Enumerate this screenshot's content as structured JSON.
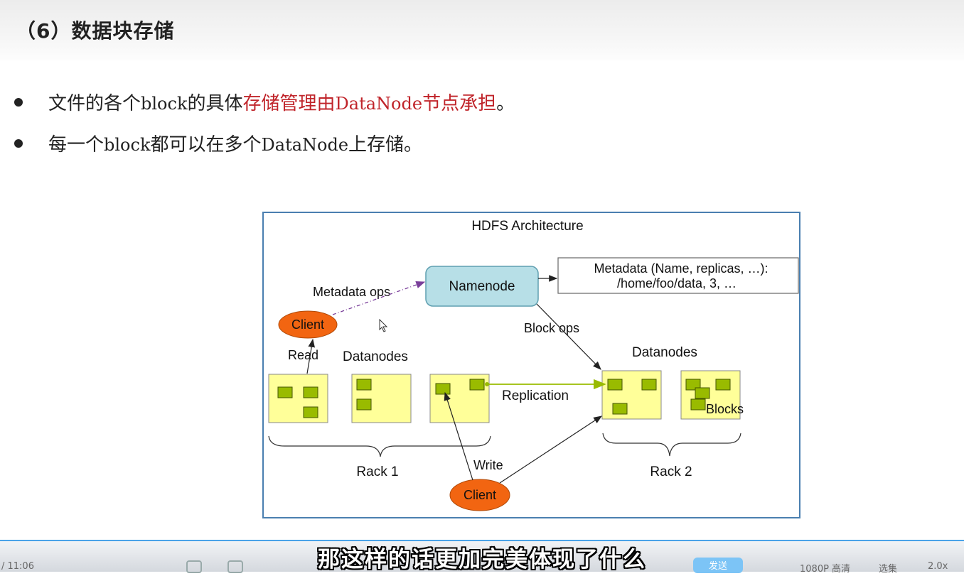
{
  "slide": {
    "title": "（6）数据块存储",
    "bullets": [
      {
        "segments": [
          {
            "text": "文件的各个",
            "style": "normal"
          },
          {
            "text": "block",
            "style": "mono"
          },
          {
            "text": "的具体",
            "style": "normal"
          },
          {
            "text": "存储管理由",
            "style": "red"
          },
          {
            "text": "DataNode",
            "style": "red-mono"
          },
          {
            "text": "节点承担",
            "style": "red"
          },
          {
            "text": "。",
            "style": "normal"
          }
        ]
      },
      {
        "segments": [
          {
            "text": "每一个",
            "style": "normal"
          },
          {
            "text": "block",
            "style": "mono"
          },
          {
            "text": "都可以在多个",
            "style": "normal"
          },
          {
            "text": "DataNode",
            "style": "mono"
          },
          {
            "text": "上存储。",
            "style": "normal"
          }
        ]
      }
    ]
  },
  "diagram": {
    "title": "HDFS Architecture",
    "namenode": "Namenode",
    "metadata_line1": "Metadata (Name, replicas, …):",
    "metadata_line2": "/home/foo/data, 3, …",
    "metadata_ops": "Metadata ops",
    "block_ops": "Block ops",
    "client_top": "Client",
    "client_bottom": "Client",
    "read": "Read",
    "write": "Write",
    "replication": "Replication",
    "datanodes_left": "Datanodes",
    "datanodes_right": "Datanodes",
    "blocks": "Blocks",
    "rack1": "Rack 1",
    "rack2": "Rack 2"
  },
  "player": {
    "subtitle": "那这样的话更加完美体现了什么",
    "time": "/ 11:06",
    "send": "发送",
    "quality": "1080P 高清",
    "select": "选集",
    "speed": "2.0x"
  },
  "colors": {
    "client_fill": "#f26511",
    "namenode_fill": "#b7dfe7",
    "datanode_fill": "#ffff99",
    "block_fill": "#99bb00",
    "frame_border": "#4a7fb0",
    "emphasis_red": "#c0242a"
  }
}
